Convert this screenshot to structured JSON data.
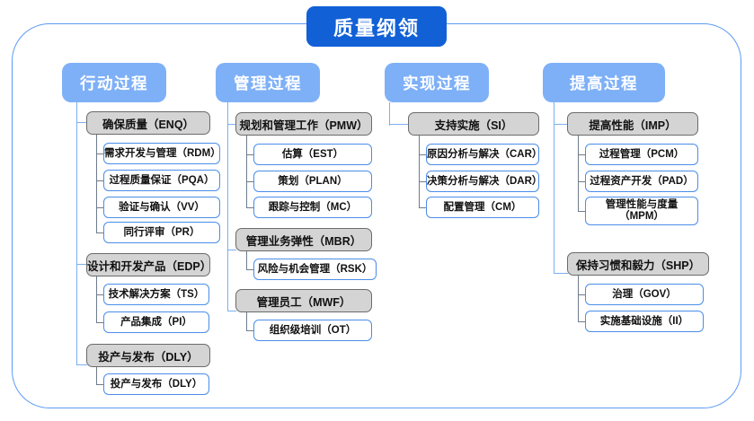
{
  "root": {
    "title": "质量纲领"
  },
  "colors": {
    "root_fill": "#1160d6",
    "header_fill": "#7eb0f7",
    "group_fill": "#d4d4d4",
    "group_border": "#6b6b6b",
    "leaf_border": "#4a8ee8",
    "connector": "#7ab0f0",
    "frame_border": "#5b9bf3"
  },
  "columns": [
    {
      "header": "行动过程",
      "groups": [
        {
          "label": "确保质量（ENQ）",
          "children": [
            "需求开发与管理（RDM）",
            "过程质量保证（PQA）",
            "验证与确认（VV）",
            "同行评审（PR）"
          ]
        },
        {
          "label": "设计和开发产品（EDP）",
          "children": [
            "技术解决方案（TS）",
            "产品集成（PI）"
          ]
        },
        {
          "label": "投产与发布（DLY）",
          "children": [
            "投产与发布（DLY）"
          ]
        }
      ]
    },
    {
      "header": "管理过程",
      "groups": [
        {
          "label": "规划和管理工作（PMW）",
          "children": [
            "估算（EST）",
            "策划（PLAN）",
            "跟踪与控制（MC）"
          ]
        },
        {
          "label": "管理业务弹性（MBR）",
          "children": [
            "风险与机会管理（RSK）"
          ]
        },
        {
          "label": "管理员工（MWF）",
          "children": [
            "组织级培训（OT）"
          ]
        }
      ]
    },
    {
      "header": "实现过程",
      "groups": [
        {
          "label": "支持实施（SI）",
          "children": [
            "原因分析与解决（CAR）",
            "决策分析与解决（DAR）",
            "配置管理（CM）"
          ]
        }
      ]
    },
    {
      "header": "提高过程",
      "groups": [
        {
          "label": "提高性能（IMP）",
          "children": [
            "过程管理（PCM）",
            "过程资产开发（PAD）",
            "管理性能与度量（MPM）"
          ]
        },
        {
          "label": "保持习惯和毅力（SHP）",
          "children": [
            "治理（GOV）",
            "实施基础设施（II）"
          ]
        }
      ]
    }
  ]
}
